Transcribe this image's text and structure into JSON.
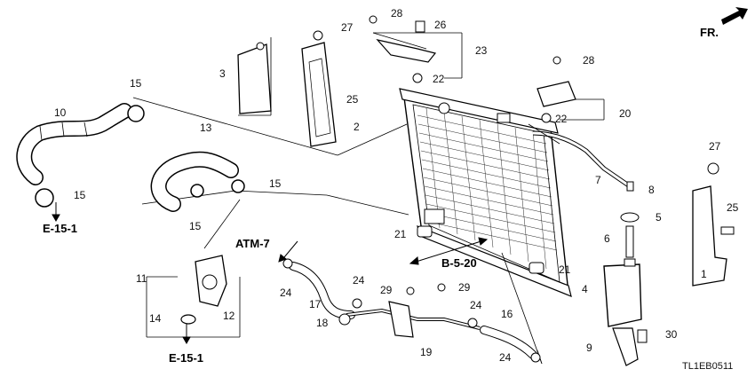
{
  "diagram": {
    "direction_label": "FR.",
    "drawing_code": "TL1EB0511",
    "refs": {
      "e151_top": "E-15-1",
      "e151_bottom": "E-15-1",
      "atm7": "ATM-7",
      "b520": "B-5-20"
    },
    "callouts": {
      "c1": "1",
      "c2": "2",
      "c3": "3",
      "c4": "4",
      "c5": "5",
      "c6": "6",
      "c7": "7",
      "c8": "8",
      "c9": "9",
      "c10": "10",
      "c11": "11",
      "c12": "12",
      "c13": "13",
      "c14": "14",
      "c15a": "15",
      "c15b": "15",
      "c15c": "15",
      "c15d": "15",
      "c16": "16",
      "c17": "17",
      "c18": "18",
      "c19": "19",
      "c20": "20",
      "c21a": "21",
      "c21b": "21",
      "c22a": "22",
      "c22b": "22",
      "c23": "23",
      "c24a": "24",
      "c24b": "24",
      "c24c": "24",
      "c24d": "24",
      "c25a": "25",
      "c25b": "25",
      "c26": "26",
      "c27a": "27",
      "c27b": "27",
      "c28a": "28",
      "c28b": "28",
      "c29a": "29",
      "c29b": "29",
      "c30": "30"
    }
  }
}
